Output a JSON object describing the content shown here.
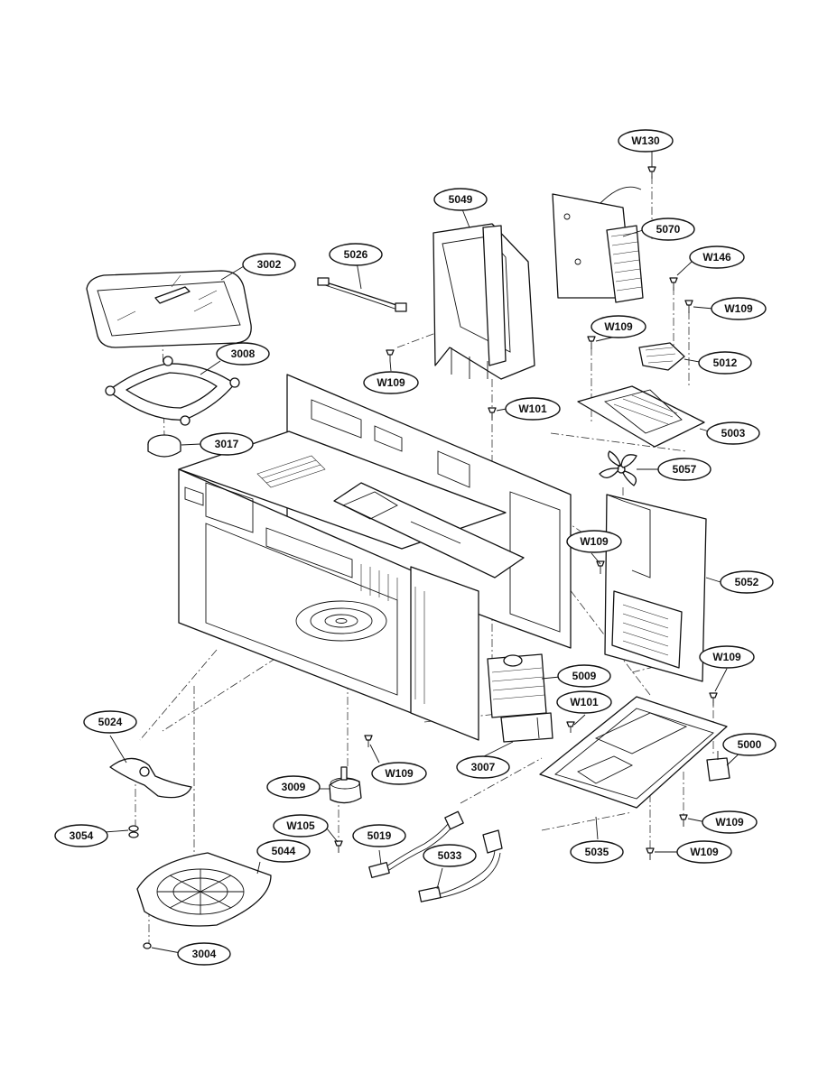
{
  "diagram": {
    "callouts": [
      {
        "id": "W130",
        "label": "W130"
      },
      {
        "id": "5049",
        "label": "5049"
      },
      {
        "id": "5070",
        "label": "5070"
      },
      {
        "id": "W146",
        "label": "W146"
      },
      {
        "id": "W109-a",
        "label": "W109"
      },
      {
        "id": "5026",
        "label": "5026"
      },
      {
        "id": "3002",
        "label": "3002"
      },
      {
        "id": "W109-b",
        "label": "W109"
      },
      {
        "id": "5012",
        "label": "5012"
      },
      {
        "id": "3008",
        "label": "3008"
      },
      {
        "id": "W109-c",
        "label": "W109"
      },
      {
        "id": "W101-a",
        "label": "W101"
      },
      {
        "id": "5003",
        "label": "5003"
      },
      {
        "id": "3017",
        "label": "3017"
      },
      {
        "id": "5057",
        "label": "5057"
      },
      {
        "id": "W109-d",
        "label": "W109"
      },
      {
        "id": "5052",
        "label": "5052"
      },
      {
        "id": "W109-e",
        "label": "W109"
      },
      {
        "id": "5009",
        "label": "5009"
      },
      {
        "id": "W101-b",
        "label": "W101"
      },
      {
        "id": "5024",
        "label": "5024"
      },
      {
        "id": "5000",
        "label": "5000"
      },
      {
        "id": "3007",
        "label": "3007"
      },
      {
        "id": "W109-f",
        "label": "W109"
      },
      {
        "id": "3009",
        "label": "3009"
      },
      {
        "id": "W105",
        "label": "W105"
      },
      {
        "id": "5019",
        "label": "5019"
      },
      {
        "id": "3054",
        "label": "3054"
      },
      {
        "id": "W109-g",
        "label": "W109"
      },
      {
        "id": "5044",
        "label": "5044"
      },
      {
        "id": "5033",
        "label": "5033"
      },
      {
        "id": "5035",
        "label": "5035"
      },
      {
        "id": "W109-h",
        "label": "W109"
      },
      {
        "id": "3004",
        "label": "3004"
      }
    ]
  }
}
